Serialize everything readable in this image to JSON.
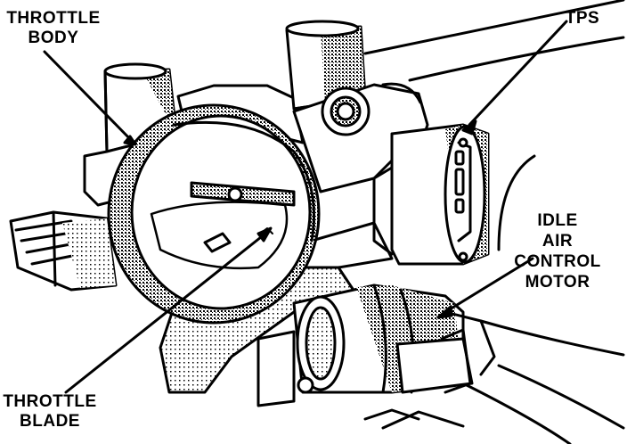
{
  "labels": {
    "throttle_body": [
      "THROTTLE",
      "BODY"
    ],
    "tps": "TPS",
    "idle_air_control_motor": [
      "IDLE",
      "AIR",
      "CONTROL",
      "MOTOR"
    ],
    "throttle_blade": [
      "THROTTLE",
      "BLADE"
    ]
  },
  "colors": {
    "ink": "#000000",
    "paper": "#ffffff",
    "shade": "#9a9a9a"
  }
}
